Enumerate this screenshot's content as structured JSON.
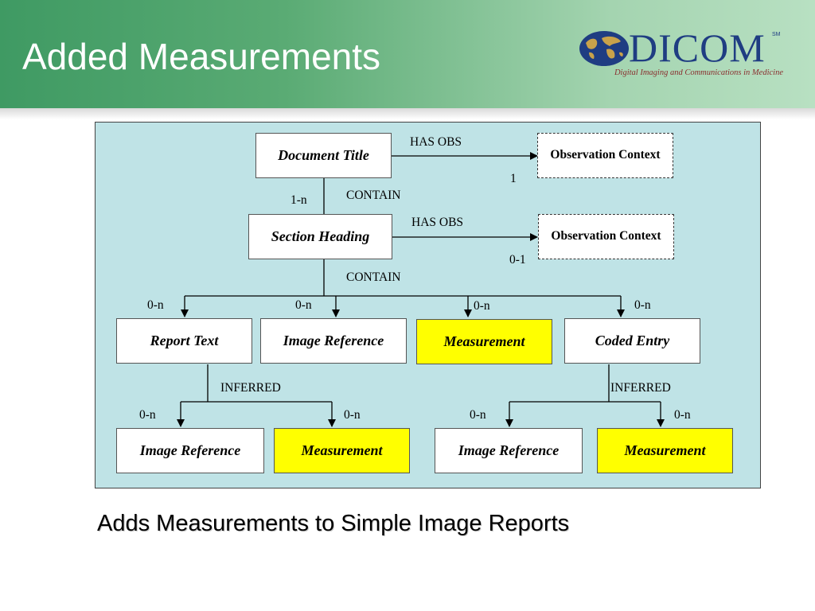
{
  "slide": {
    "title": "Added Measurements",
    "caption": "Adds Measurements to Simple Image Reports"
  },
  "logo": {
    "wordmark": "DICOM",
    "service_mark": "SM",
    "tagline": "Digital Imaging and Communications in Medicine",
    "icon": "globe-icon"
  },
  "colors": {
    "header_green": "#3f9a63",
    "diagram_background": "#bfe3e6",
    "measurement_fill": "#ffff00",
    "logo_blue": "#1f3d82",
    "tagline_red": "#8a2f2f"
  },
  "diagram": {
    "nodes": {
      "document_title": "Document Title",
      "section_heading": "Section Heading",
      "observation_context_1": "Observation Context",
      "observation_context_2": "Observation Context",
      "report_text": "Report Text",
      "image_reference": "Image Reference",
      "measurement": "Measurement",
      "coded_entry": "Coded Entry",
      "inferred_image_reference_left": "Image Reference",
      "inferred_measurement_left": "Measurement",
      "inferred_image_reference_right": "Image Reference",
      "inferred_measurement_right": "Measurement"
    },
    "relations": {
      "has_obs_1": "HAS OBS",
      "has_obs_2": "HAS OBS",
      "contain_1": "CONTAIN",
      "contain_2": "CONTAIN",
      "inferred_left": "INFERRED",
      "inferred_right": "INFERRED"
    },
    "cardinalities": {
      "obs_context_1": "1",
      "section_heading": "1-n",
      "obs_context_2": "0-1",
      "report_text": "0-n",
      "image_reference": "0-n",
      "measurement": "0-n",
      "coded_entry": "0-n",
      "inferred_image_reference_left": "0-n",
      "inferred_measurement_left": "0-n",
      "inferred_image_reference_right": "0-n",
      "inferred_measurement_right": "0-n"
    }
  }
}
